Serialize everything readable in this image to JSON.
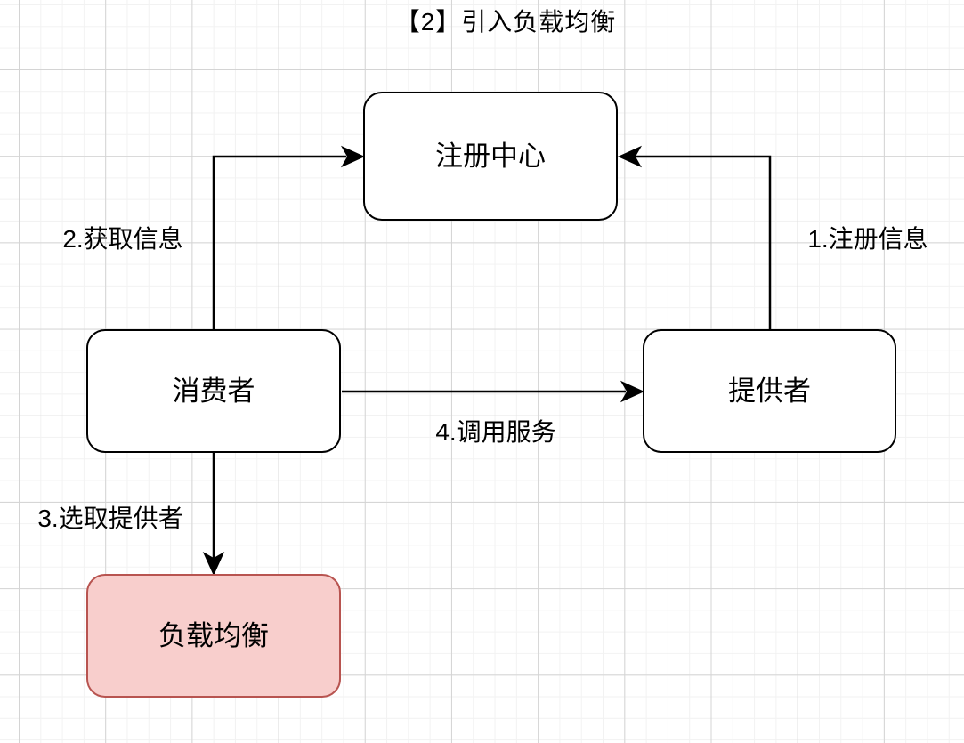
{
  "title": "【2】引入负载均衡",
  "nodes": {
    "registry": {
      "label": "注册中心"
    },
    "consumer": {
      "label": "消费者"
    },
    "provider": {
      "label": "提供者"
    },
    "load_balancer": {
      "label": "负载均衡"
    }
  },
  "edges": {
    "register_info": {
      "label": "1.注册信息",
      "from": "提供者",
      "to": "注册中心"
    },
    "fetch_info": {
      "label": "2.获取信息",
      "from": "消费者",
      "to": "注册中心"
    },
    "select_provider": {
      "label": "3.选取提供者",
      "from": "消费者",
      "to": "负载均衡"
    },
    "invoke_service": {
      "label": "4.调用服务",
      "from": "消费者",
      "to": "提供者"
    }
  },
  "colors": {
    "node_fill": "#ffffff",
    "node_stroke": "#000000",
    "load_balancer_fill": "#f8cecc",
    "load_balancer_stroke": "#b85450",
    "arrow": "#000000",
    "grid_minor": "#f2f2f2",
    "grid_major": "#d4d4d4"
  }
}
